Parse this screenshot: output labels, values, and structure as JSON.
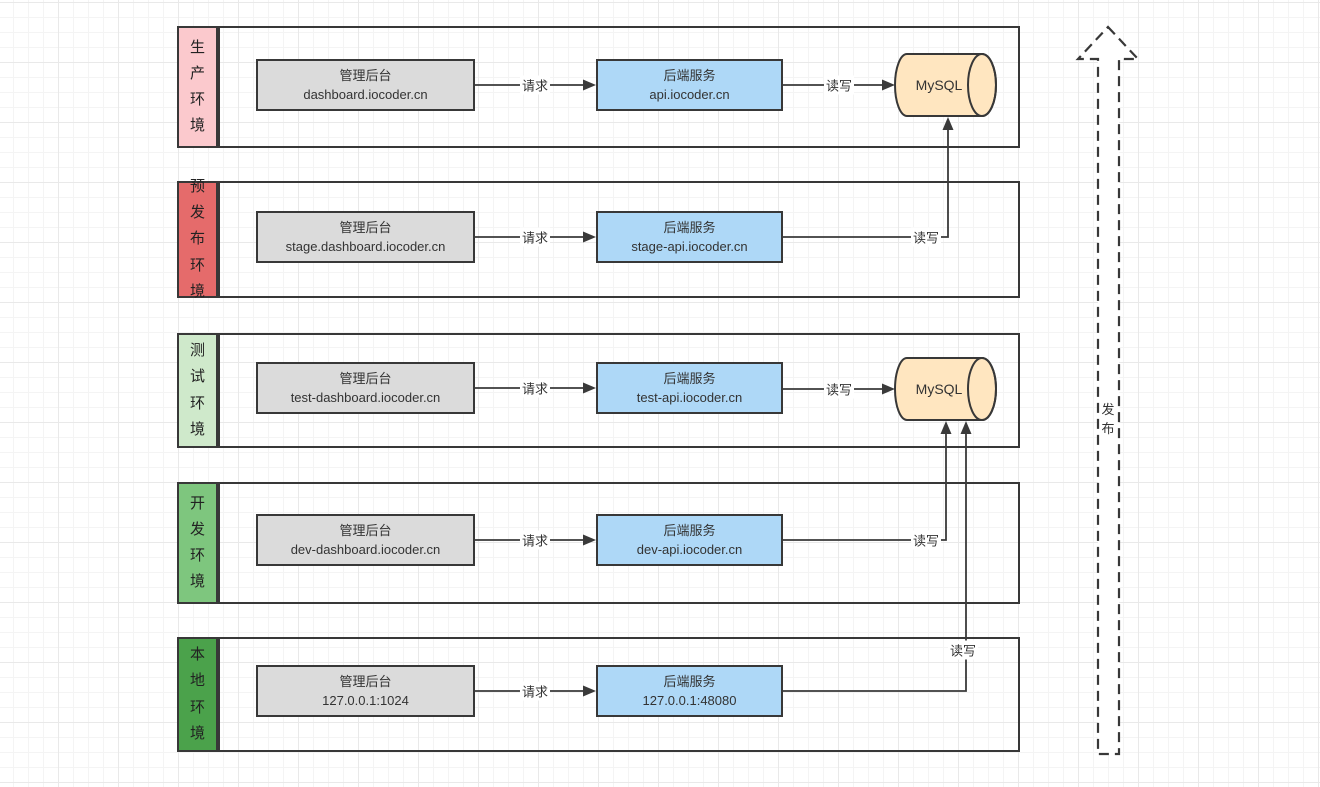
{
  "diagram": {
    "request_label": "请求",
    "readwrite_label": "读写",
    "publish_label": "发布",
    "mysql_label": "MySQL",
    "colors": {
      "admin_box": "#dbdbdb",
      "backend_box": "#aed8f7",
      "mysql_cylinder": "#ffe6c0",
      "line": "#3a3a3a"
    }
  },
  "environments": [
    {
      "name": "生产环境",
      "color": "#fbc9cd",
      "admin": {
        "title": "管理后台",
        "host": "dashboard.iocoder.cn"
      },
      "backend": {
        "title": "后端服务",
        "host": "api.iocoder.cn"
      },
      "database": "MySQL"
    },
    {
      "name": "预发布环境",
      "color": "#e56b6b",
      "admin": {
        "title": "管理后台",
        "host": "stage.dashboard.iocoder.cn"
      },
      "backend": {
        "title": "后端服务",
        "host": "stage-api.iocoder.cn"
      }
    },
    {
      "name": "测试环境",
      "color": "#cfe9cb",
      "admin": {
        "title": "管理后台",
        "host": "test-dashboard.iocoder.cn"
      },
      "backend": {
        "title": "后端服务",
        "host": "test-api.iocoder.cn"
      },
      "database": "MySQL"
    },
    {
      "name": "开发环境",
      "color": "#7ec67e",
      "admin": {
        "title": "管理后台",
        "host": "dev-dashboard.iocoder.cn"
      },
      "backend": {
        "title": "后端服务",
        "host": "dev-api.iocoder.cn"
      }
    },
    {
      "name": "本地环境",
      "color": "#4ba24b",
      "admin": {
        "title": "管理后台",
        "host": "127.0.0.1:1024"
      },
      "backend": {
        "title": "后端服务",
        "host": "127.0.0.1:48080"
      }
    }
  ]
}
